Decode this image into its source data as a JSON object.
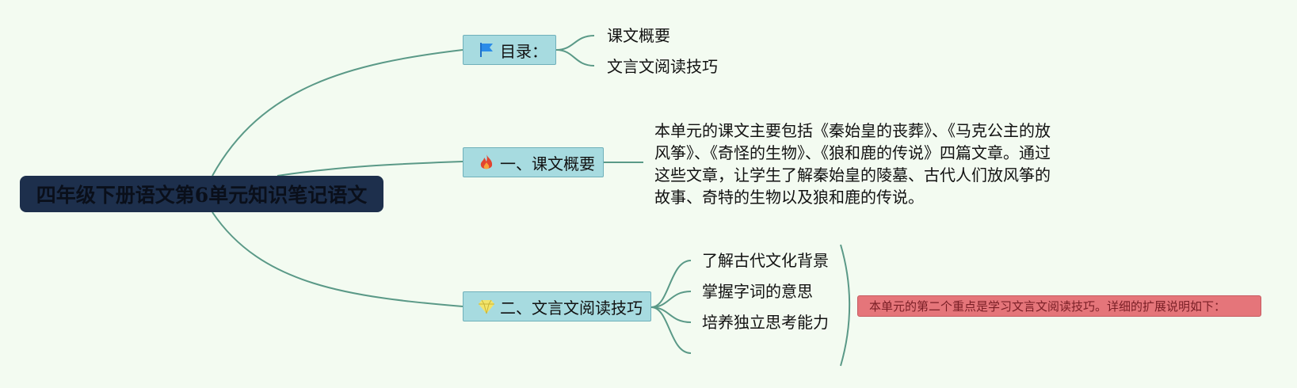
{
  "root": {
    "title": "四年级下册语文第6单元知识笔记语文"
  },
  "toc": {
    "label": "目录：",
    "icon": "flag-icon",
    "items": [
      "课文概要",
      "文言文阅读技巧"
    ]
  },
  "section1": {
    "label": "一、课文概要",
    "icon": "fire-icon",
    "text": "本单元的课文主要包括《秦始皇的丧葬》、《马克公主的放风筝》、《奇怪的生物》、《狼和鹿的传说》四篇文章。通过这些文章，让学生了解秦始皇的陵墓、古代人们放风筝的故事、奇特的生物以及狼和鹿的传说。"
  },
  "section2": {
    "label": "二、文言文阅读技巧",
    "icon": "gem-icon",
    "items": [
      "了解古代文化背景",
      "掌握字词的意思",
      "培养独立思考能力"
    ],
    "note": "本单元的第二个重点是学习文言文阅读技巧。详细的扩展说明如下："
  },
  "colors": {
    "background": "#f3fbf1",
    "root_fill": "#1d2f4c",
    "branch_fill": "#a7dbe0",
    "connector": "#5a9987",
    "note_fill": "#e5757a"
  }
}
